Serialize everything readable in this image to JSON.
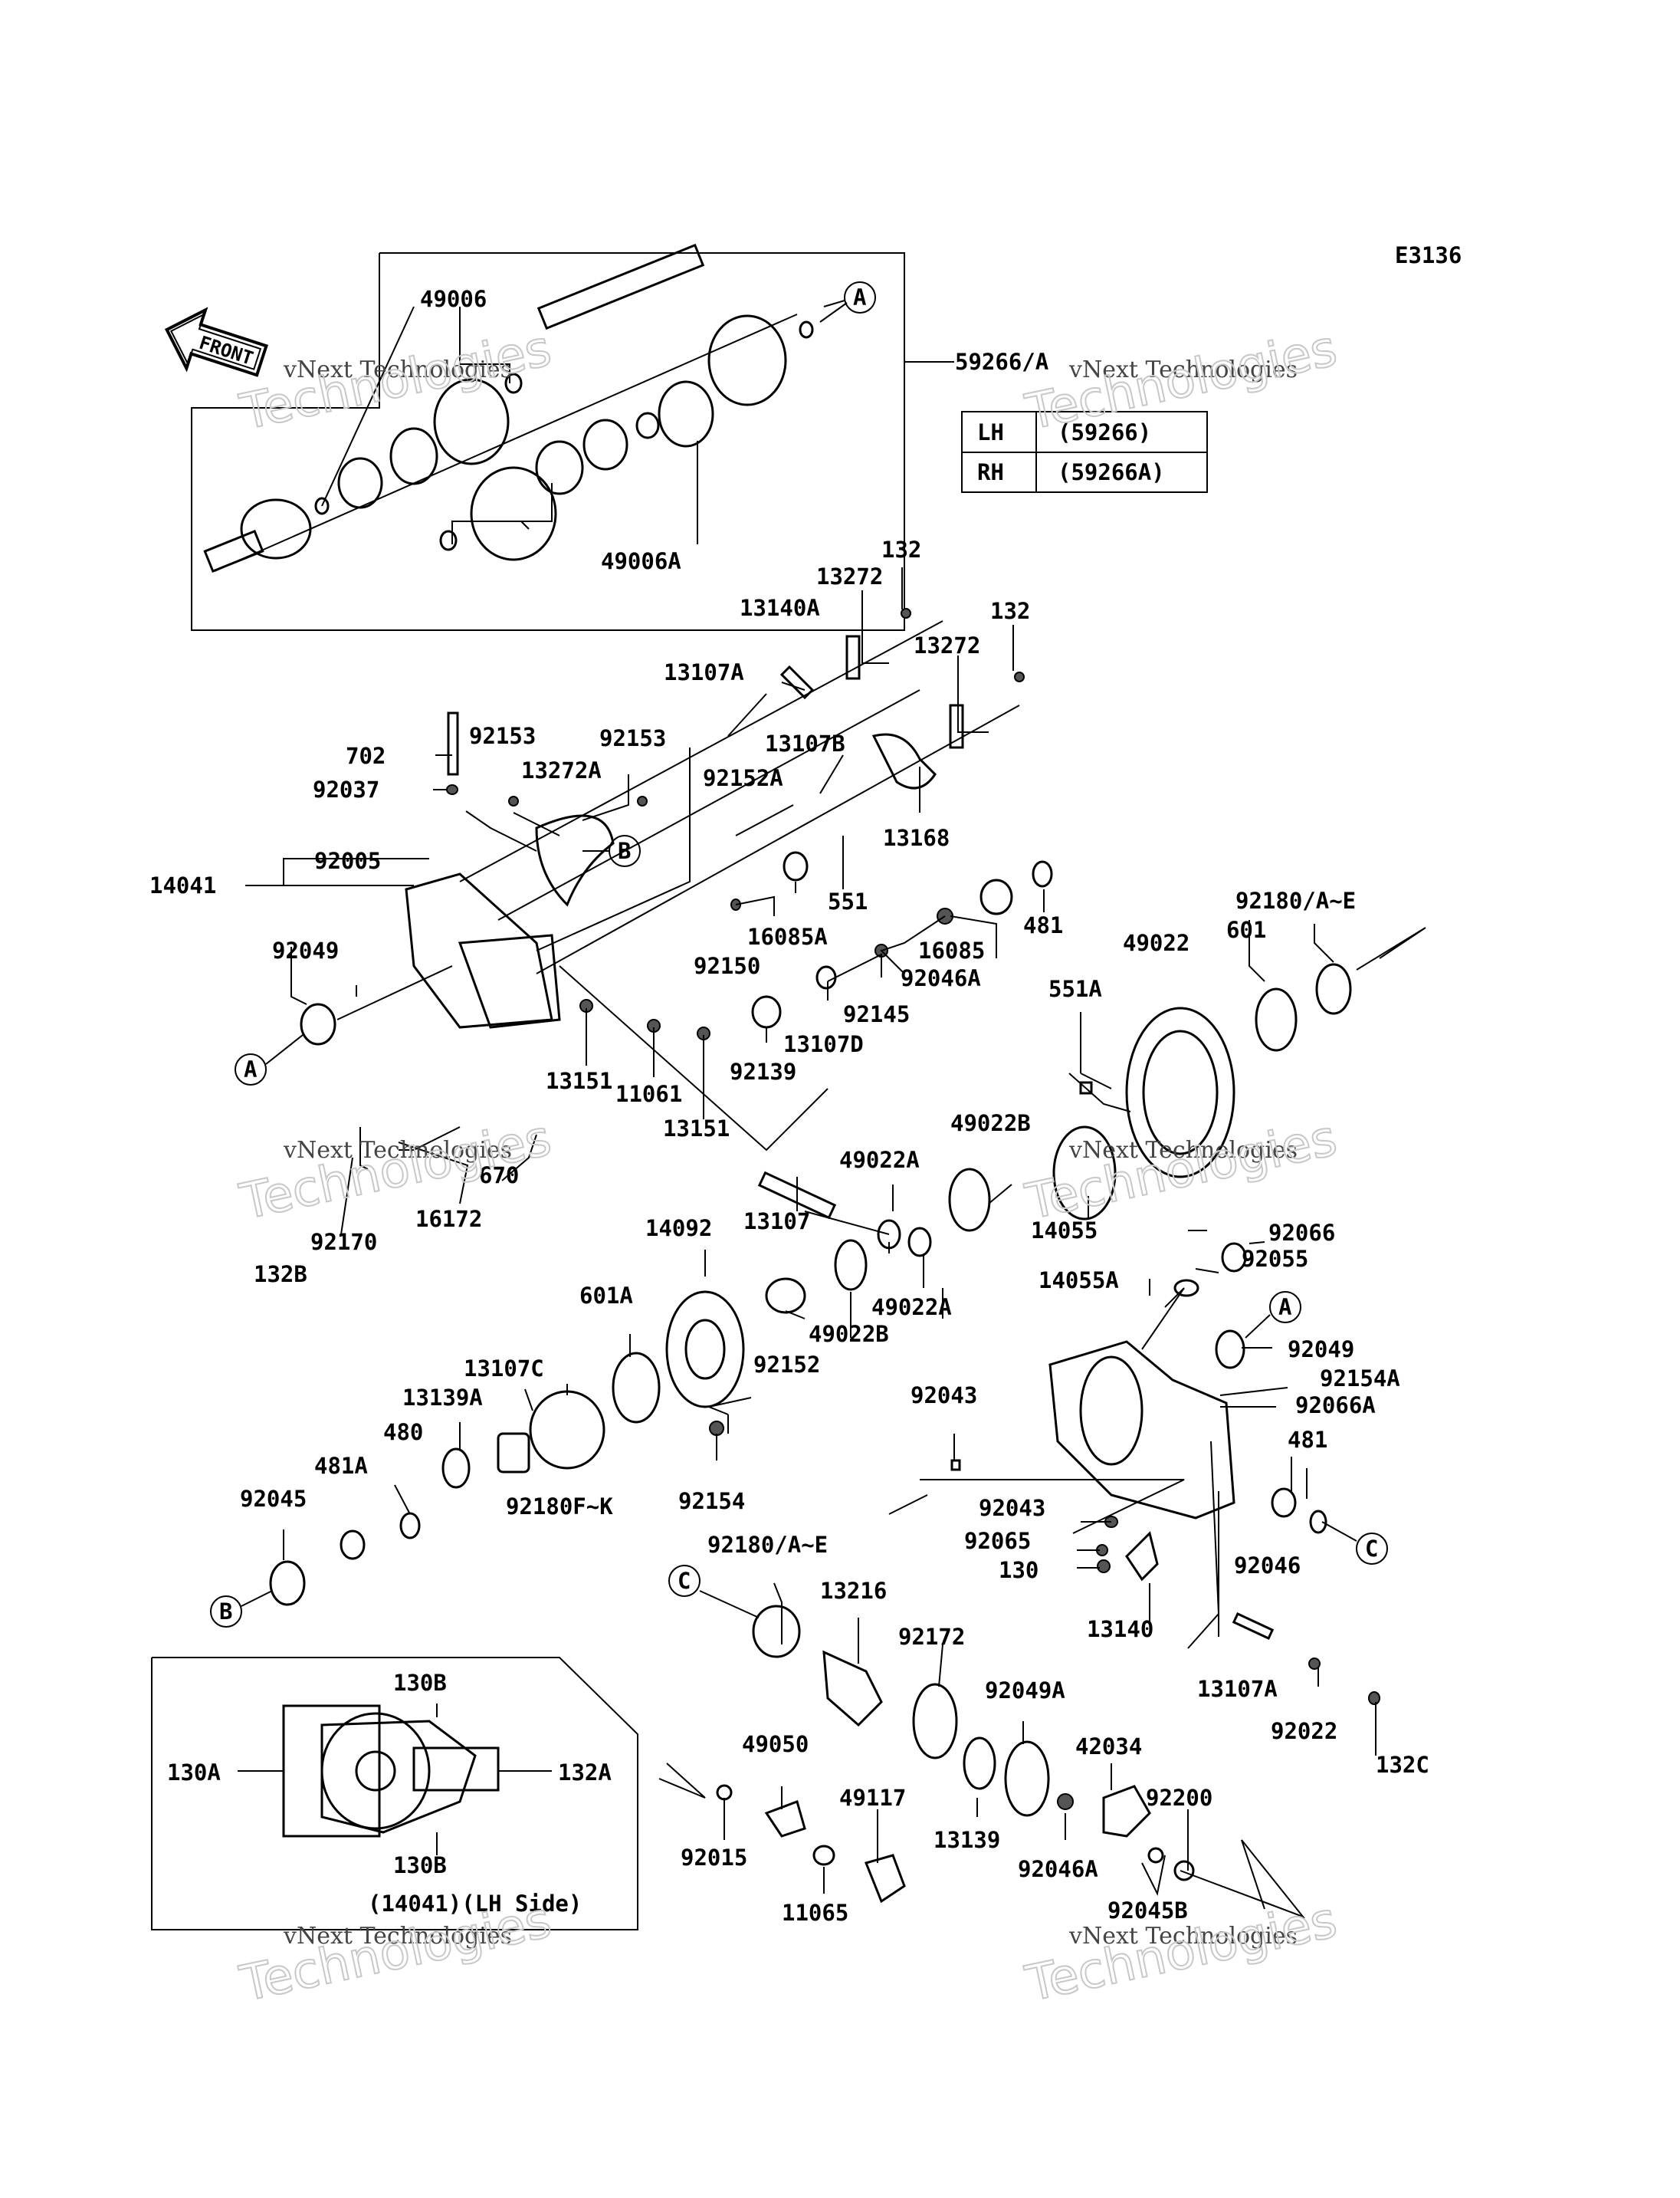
{
  "diagram_code": "E3136",
  "front_arrow_label": "FRONT",
  "watermark": {
    "line1": "vNext Technologies",
    "line2": "Technologies"
  },
  "side_table": [
    {
      "side": "LH",
      "part": "(59266)"
    },
    {
      "side": "RH",
      "part": "(59266A)"
    }
  ],
  "inset_caption": "(14041)(LH Side)",
  "callouts": [
    "A",
    "B",
    "C"
  ],
  "labels": {
    "p59266": "59266/A",
    "p49006": "49006",
    "p49006A": "49006A",
    "p132_1": "132",
    "p13272_1": "13272",
    "p13140A": "13140A",
    "p132_2": "132",
    "p13272_2": "13272",
    "p13107A_1": "13107A",
    "p92153_1": "92153",
    "p92153_2": "92153",
    "p702": "702",
    "p13272A": "13272A",
    "p13107B": "13107B",
    "p92037": "92037",
    "p92152A": "92152A",
    "p13168": "13168",
    "p92005": "92005",
    "p14041": "14041",
    "p551": "551",
    "p16085A": "16085A",
    "p92180AE_1": "92180/A~E",
    "p481_1": "481",
    "p49022": "49022",
    "p601": "601",
    "p92049_1": "92049",
    "p92150": "92150",
    "p16085": "16085",
    "p92046A_1": "92046A",
    "p551A": "551A",
    "p92145": "92145",
    "p13107D": "13107D",
    "p92139": "92139",
    "p13151_1": "13151",
    "p11061": "11061",
    "p13151_2": "13151",
    "p49022B_1": "49022B",
    "p49022A_1": "49022A",
    "p670": "670",
    "p13107": "13107",
    "p14055": "14055",
    "p16172": "16172",
    "p92170": "92170",
    "p132B": "132B",
    "p14092": "14092",
    "p92066": "92066",
    "p92055": "92055",
    "p14055A": "14055A",
    "p601A": "601A",
    "p49022A_2": "49022A",
    "p49022B_2": "49022B",
    "p92152": "92152",
    "p13107C": "13107C",
    "p92049_2": "92049",
    "p92154A": "92154A",
    "p92066A": "92066A",
    "p92043_1": "92043",
    "p13139A": "13139A",
    "p480": "480",
    "p92180FK": "92180F~K",
    "p481A": "481A",
    "p92154": "92154",
    "p481_2": "481",
    "p92045": "92045",
    "p92043_2": "92043",
    "p92180AE_2": "92180/A~E",
    "p92065": "92065",
    "p130": "130",
    "p92046": "92046",
    "p13216": "13216",
    "p13140": "13140",
    "p92172": "92172",
    "p130B_1": "130B",
    "p92049A": "92049A",
    "p13107A_2": "13107A",
    "p92022": "92022",
    "p130A": "130A",
    "p132A": "132A",
    "p42034": "42034",
    "p132C": "132C",
    "p49050": "49050",
    "p49117": "49117",
    "p92200": "92200",
    "p92015": "92015",
    "p13139": "13139",
    "p92046A_2": "92046A",
    "p130B_2": "130B",
    "p11065": "11065",
    "p92045B": "92045B"
  }
}
